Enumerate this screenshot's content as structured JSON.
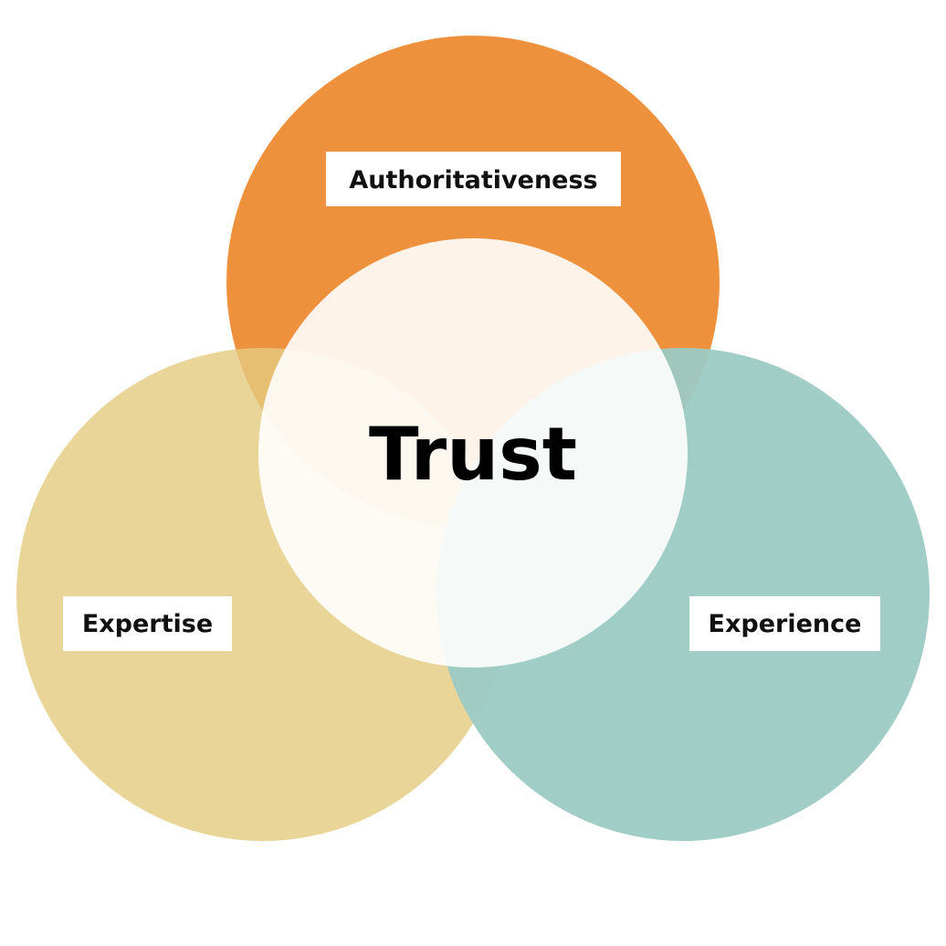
{
  "diagram": {
    "center": {
      "label": "Trust",
      "color": "#FFFFFF"
    },
    "circles": [
      {
        "key": "top",
        "label": "Authoritativeness",
        "color": "#EE913D"
      },
      {
        "key": "left",
        "label": "Expertise",
        "color": "#E5CB80"
      },
      {
        "key": "right",
        "label": "Experience",
        "color": "#9CCAC4"
      }
    ],
    "label_box_color": "#FFFFFF"
  }
}
